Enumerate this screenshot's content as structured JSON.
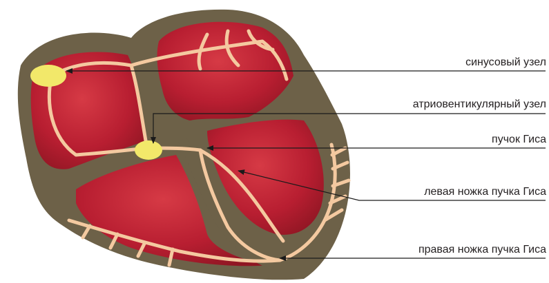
{
  "labels": {
    "sinus_node": "синусовый узел",
    "av_node": "атриовентикулярный узел",
    "his_bundle": "пучок Гиса",
    "left_branch": "левая ножка пучка Гиса",
    "right_branch": "правая ножка пучка Гиса"
  },
  "colors": {
    "tissue": "#6d6148",
    "muscle": "#b81e31",
    "muscle_dark": "#8f1623",
    "conduction": "#f4c9a0",
    "node": "#f2e86a",
    "leader": "#1a1a1a",
    "background": "#ffffff"
  }
}
